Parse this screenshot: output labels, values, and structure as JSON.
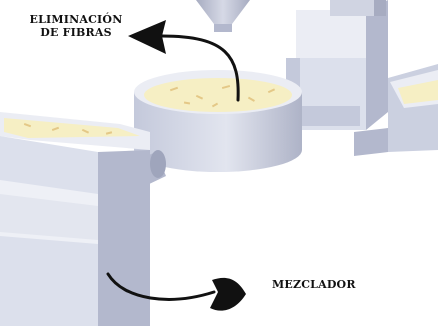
{
  "labels": {
    "fiber_removal_line1": "ELIMINACIÓN",
    "fiber_removal_line2": "DE FIBRAS",
    "mixer": "MEZCLADOR"
  },
  "colors": {
    "machine_front": "#dce0ec",
    "machine_side": "#b3b8cd",
    "machine_top": "#ebedf4",
    "machine_shadow": "#9fa5bc",
    "pulp": "#f6efc4",
    "pulp_fleck": "#e4c887",
    "arrow": "#111111",
    "label_text": "#111111"
  },
  "icons": [
    "curved-arrow-up-left-icon",
    "curved-arrow-right-icon"
  ]
}
